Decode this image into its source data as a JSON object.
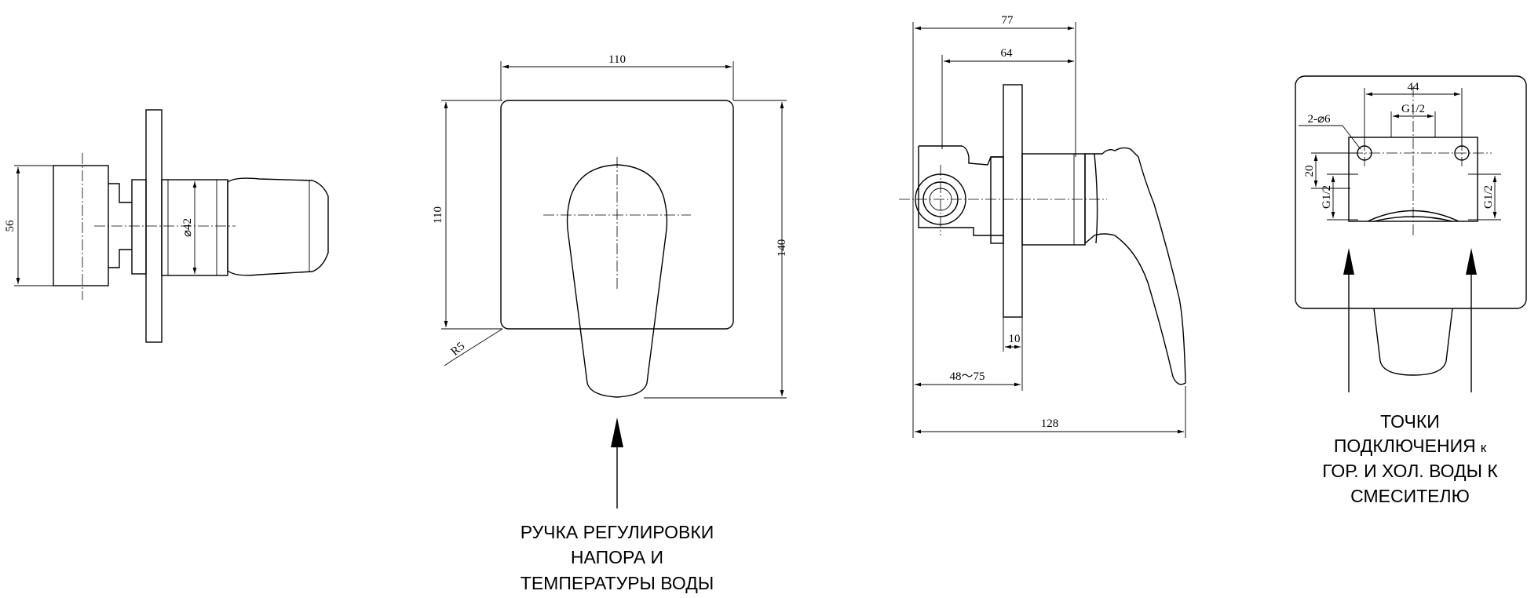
{
  "dimensions": {
    "side_height": "56",
    "side_diameter": "⌀42",
    "front_width": "110",
    "front_height": "110",
    "front_total_height": "140",
    "front_radius": "R5",
    "profile_width_top": "77",
    "profile_width_inner": "64",
    "profile_plate": "10",
    "profile_depth": "48～75",
    "profile_total": "128",
    "back_width": "44",
    "back_thread_top": "G1/2",
    "back_holes": "2-⌀6",
    "back_height": "20",
    "back_thread_left": "G1/2",
    "back_thread_right": "G1/2"
  },
  "captions": {
    "handle_line1": "РУЧКА РЕГУЛИРОВКИ",
    "handle_line2": "НАПОРА И",
    "handle_line3": "ТЕМПЕРАТУРЫ ВОДЫ",
    "points_line1": "ТОЧКИ",
    "points_line2_main": "ПОДКЛЮЧЕНИЯ",
    "points_line2_small": "к",
    "points_line3": "ГОР. И ХОЛ. ВОДЫ К",
    "points_line4": "СМЕСИТЕЛЮ"
  }
}
